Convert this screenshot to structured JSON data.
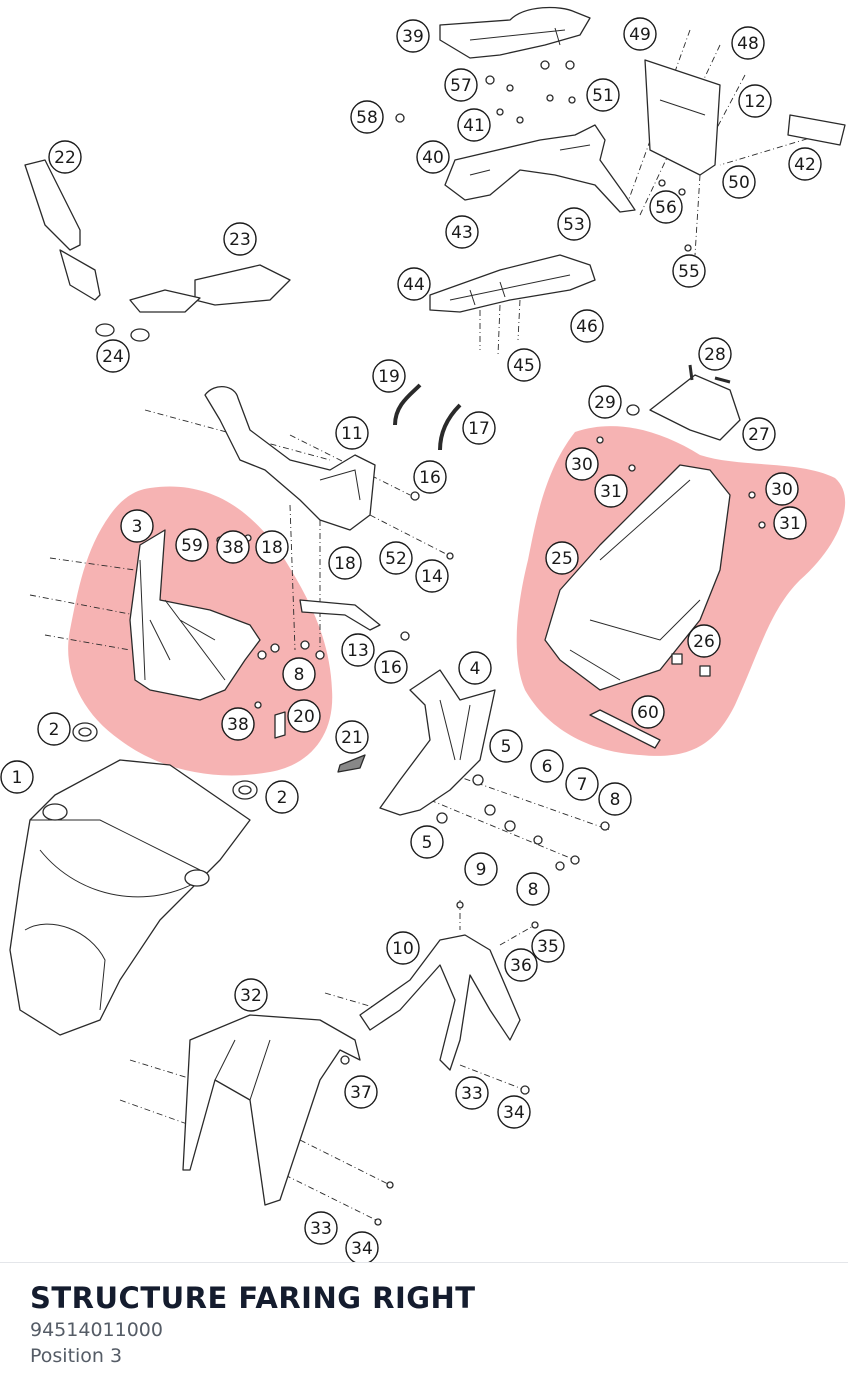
{
  "callouts": [
    "1",
    "2",
    "2",
    "3",
    "4",
    "5",
    "5",
    "6",
    "7",
    "8",
    "8",
    "8",
    "9",
    "10",
    "11",
    "12",
    "13",
    "14",
    "16",
    "16",
    "17",
    "18",
    "18",
    "19",
    "20",
    "21",
    "22",
    "23",
    "24",
    "25",
    "26",
    "27",
    "28",
    "29",
    "30",
    "30",
    "31",
    "31",
    "32",
    "33",
    "33",
    "34",
    "34",
    "35",
    "36",
    "37",
    "38",
    "38",
    "39",
    "40",
    "41",
    "42",
    "43",
    "44",
    "45",
    "46",
    "48",
    "49",
    "50",
    "51",
    "52",
    "53",
    "55",
    "56",
    "57",
    "58",
    "59",
    "60"
  ],
  "info": {
    "title": "STRUCTURE FARING RIGHT",
    "part_number": "94514011000",
    "position": "Position 3"
  },
  "colors": {
    "highlight": "#f08080",
    "line": "#2a2a2a",
    "title": "#141c2e",
    "meta": "#555c66"
  }
}
